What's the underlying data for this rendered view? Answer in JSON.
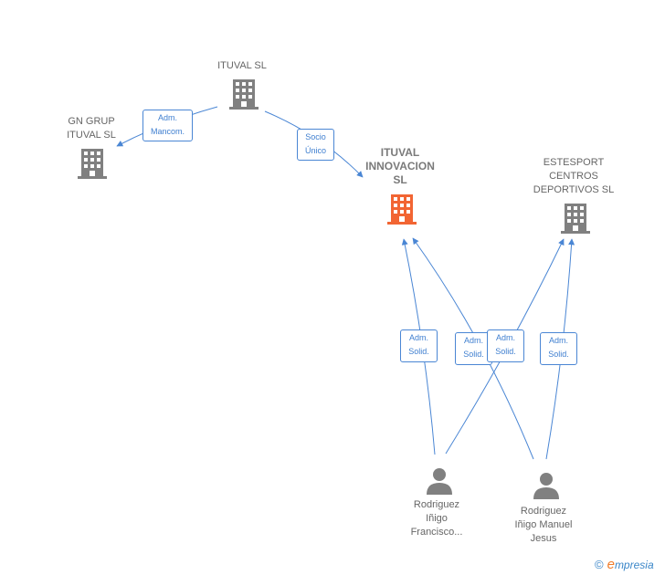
{
  "colors": {
    "edge": "#4a86d4",
    "company": "#808080",
    "company_highlight": "#f26533",
    "person": "#808080"
  },
  "nodes": {
    "ituval_sl": {
      "lines": [
        "ITUVAL SL"
      ],
      "icon": "building-icon"
    },
    "gn_grup": {
      "lines": [
        "GN GRUP",
        "ITUVAL  SL"
      ],
      "icon": "building-icon"
    },
    "ituval_innovacion": {
      "lines": [
        "ITUVAL",
        "INNOVACION",
        "SL"
      ],
      "icon": "building-icon"
    },
    "estesport": {
      "lines": [
        "ESTESPORT",
        "CENTROS",
        "DEPORTIVOS SL"
      ],
      "icon": "building-icon"
    },
    "rodriguez_francisco": {
      "lines": [
        "Rodriguez",
        "Iñigo",
        "Francisco..."
      ],
      "icon": "person-icon"
    },
    "rodriguez_manuel": {
      "lines": [
        "Rodriguez",
        "Iñigo Manuel",
        "Jesus"
      ],
      "icon": "person-icon"
    }
  },
  "edges": {
    "adm_mancom": {
      "lines": [
        "Adm.",
        "Mancom."
      ]
    },
    "socio_unico": {
      "lines": [
        "Socio",
        "Único"
      ]
    },
    "solid_1": {
      "lines": [
        "Adm.",
        "Solid."
      ]
    },
    "solid_2": {
      "lines": [
        "Adm.",
        "Solid."
      ]
    },
    "solid_3": {
      "lines": [
        "Adm.",
        "Solid."
      ]
    },
    "solid_4": {
      "lines": [
        "Adm.",
        "Solid."
      ]
    }
  },
  "brand": {
    "copyright": "©",
    "first_letter": "e",
    "rest": "mpresia"
  }
}
